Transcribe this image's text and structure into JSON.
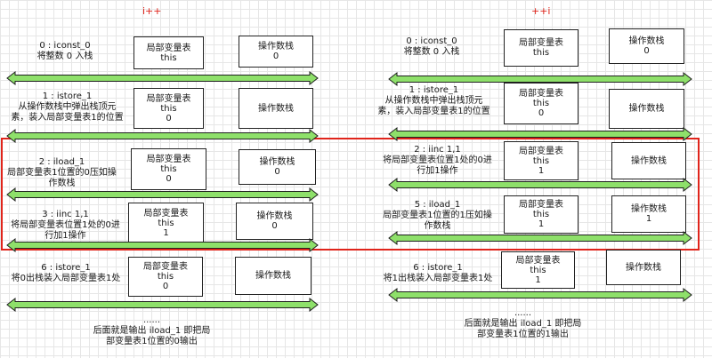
{
  "left": {
    "title": "i++",
    "steps": [
      {
        "desc": "0 : iconst_0\n将整数 0 入栈",
        "local": [
          "局部变量表",
          "this",
          ""
        ],
        "stack": [
          "操作数栈",
          "0"
        ]
      },
      {
        "desc": "1 : istore_1\n从操作数栈中弹出栈顶元\n素，装入局部变量表1的位置",
        "local": [
          "局部变量表",
          "this",
          "0"
        ],
        "stack": [
          "操作数栈"
        ]
      },
      {
        "desc": "2 : iload_1\n局部变量表1位置的0压如操\n作数栈",
        "local": [
          "局部变量表",
          "this",
          "0"
        ],
        "stack": [
          "操作数栈",
          "0"
        ]
      },
      {
        "desc": "3 : iinc  1,1\n将局部变量表位置1处的0进\n行加1操作",
        "local": [
          "局部变量表",
          "this",
          "1"
        ],
        "stack": [
          "操作数栈",
          "0"
        ]
      },
      {
        "desc": "6 : istore_1\n将0出栈装入局部变量表1处",
        "local": [
          "局部变量表",
          "this",
          "0"
        ],
        "stack": [
          "操作数栈"
        ]
      }
    ],
    "note": "......\n后面就是输出 iload_1 即把局\n部变量表1位置的0输出"
  },
  "right": {
    "title": "++i",
    "steps": [
      {
        "desc": "0 : iconst_0\n将整数 0 入栈",
        "local": [
          "局部变量表",
          "this",
          ""
        ],
        "stack": [
          "操作数栈",
          "0"
        ]
      },
      {
        "desc": "1 : istore_1\n从操作数栈中弹出栈顶元\n素，装入局部变量表1的位置",
        "local": [
          "局部变量表",
          "this",
          "0"
        ],
        "stack": [
          "操作数栈"
        ]
      },
      {
        "desc": "2 : iinc  1,1\n将局部变量表位置1处的0进\n行加1操作",
        "local": [
          "局部变量表",
          "this",
          "1"
        ],
        "stack": [
          "操作数栈"
        ]
      },
      {
        "desc": "5 : iload_1\n局部变量表1位置的1压如操\n作数栈",
        "local": [
          "局部变量表",
          "this",
          "1"
        ],
        "stack": [
          "操作数栈",
          "1"
        ]
      },
      {
        "desc": "6 : istore_1\n将1出栈装入局部变量表1处",
        "local": [
          "局部变量表",
          "this",
          "1"
        ],
        "stack": [
          "操作数栈"
        ]
      }
    ],
    "note": "......\n后面就是输出 iload_1 即把局\n部变量表1位置的1输出"
  },
  "colors": {
    "arrow": "#8ee06a",
    "arrow_stroke": "#1f1f1f",
    "highlight": "#e0241b"
  }
}
